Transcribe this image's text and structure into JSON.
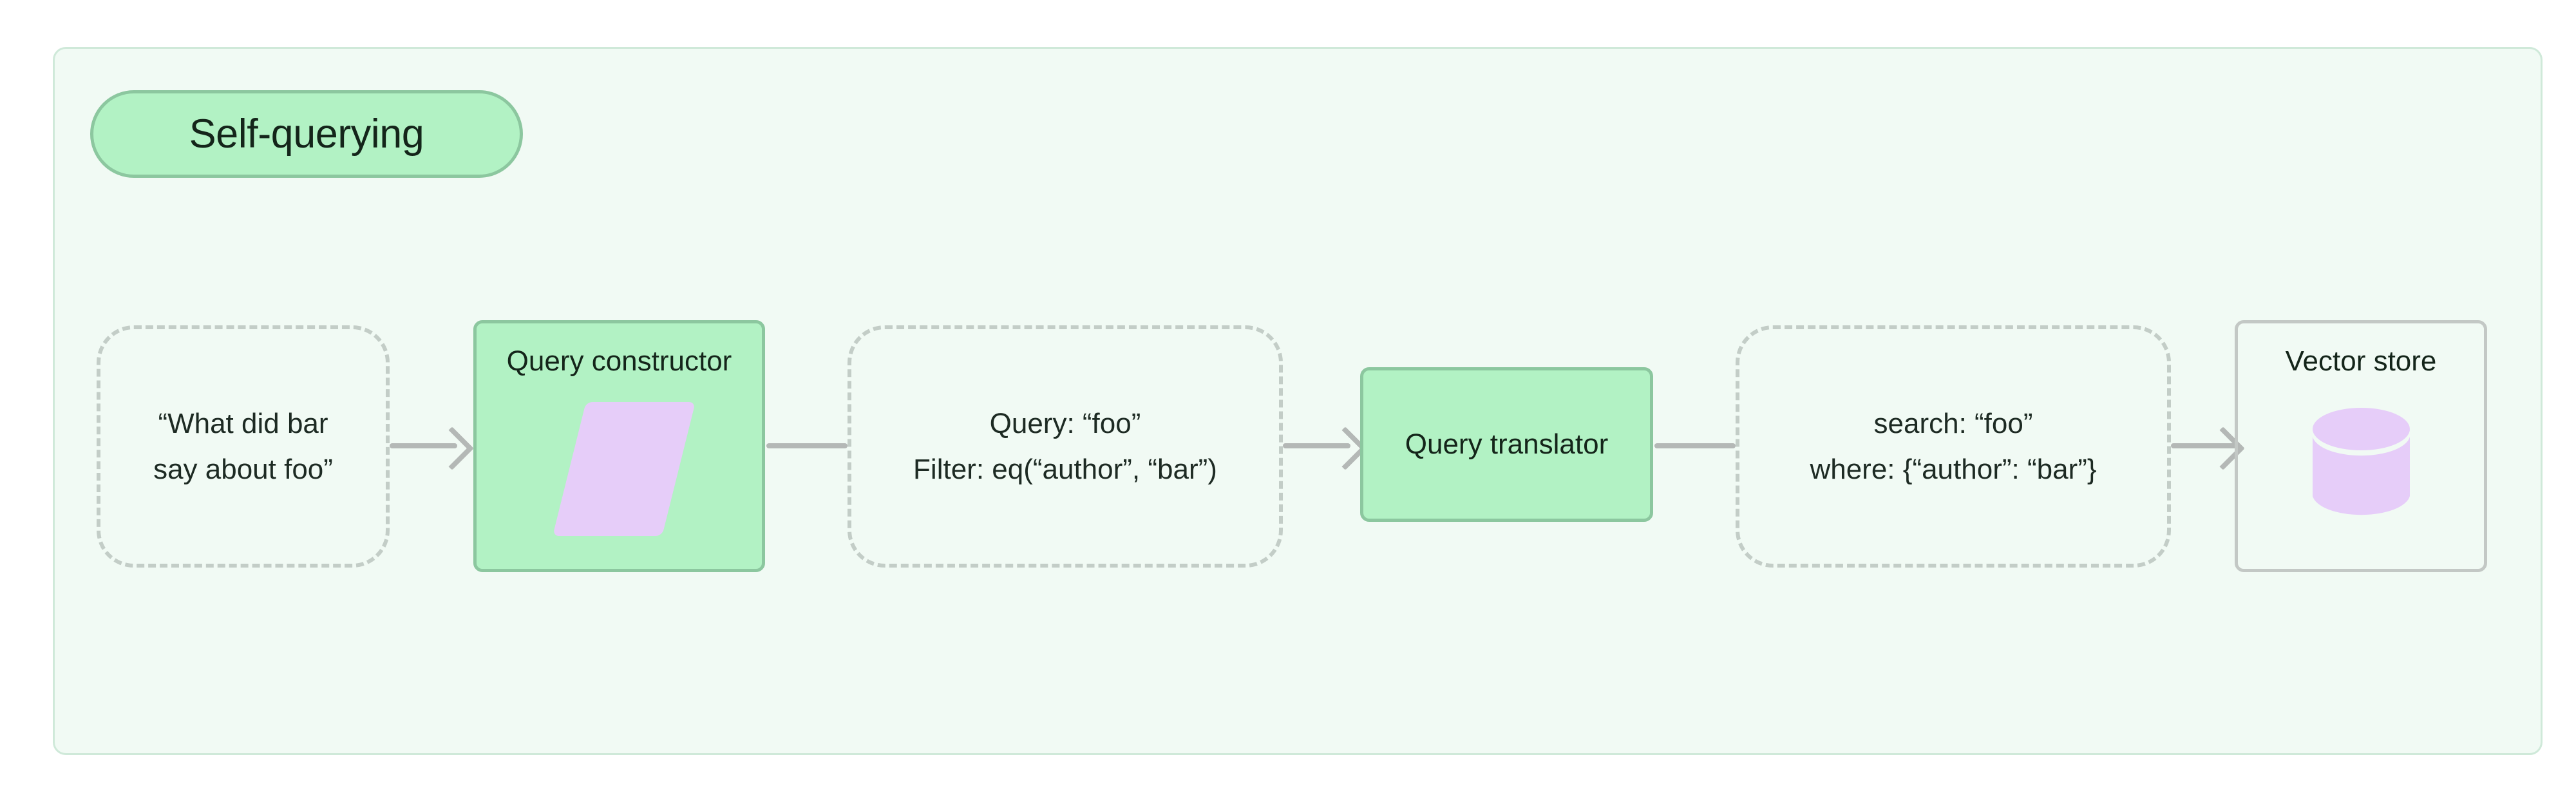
{
  "diagram": {
    "title": "Self-querying",
    "container_label": "self-querying-subgraph",
    "colors": {
      "container_fill": "#f1faf4",
      "container_border": "#cfe9d9",
      "green_fill": "#b2f2c4",
      "green_border": "#8cc79f",
      "dashed_border": "#c3cdc7",
      "plain_border": "#c3c8c5",
      "connector": "#b4b8b6",
      "icon_purple": "#e6cdf9",
      "text": "#14251a"
    },
    "nodes": [
      {
        "id": "user-question",
        "kind": "dashed-data",
        "lines": [
          "“What did bar",
          "say about foo”"
        ]
      },
      {
        "id": "query-constructor",
        "kind": "green-process",
        "label": "Query constructor",
        "icon": "llm-parallelogram-icon"
      },
      {
        "id": "structured-query",
        "kind": "dashed-data",
        "lines": [
          "Query: “foo”",
          "Filter: eq(“author”, “bar”)"
        ]
      },
      {
        "id": "query-translator",
        "kind": "green-process",
        "label": "Query translator",
        "icon": null
      },
      {
        "id": "native-query",
        "kind": "dashed-data",
        "lines": [
          "search: “foo”",
          "where: {“author”: “bar”}"
        ]
      },
      {
        "id": "vector-store",
        "kind": "plain-process",
        "label": "Vector store",
        "icon": "database-cylinder-icon"
      }
    ],
    "edges": [
      {
        "from": "user-question",
        "to": "query-constructor",
        "arrowhead": true
      },
      {
        "from": "query-constructor",
        "to": "structured-query",
        "arrowhead": false
      },
      {
        "from": "structured-query",
        "to": "query-translator",
        "arrowhead": true
      },
      {
        "from": "query-translator",
        "to": "native-query",
        "arrowhead": false
      },
      {
        "from": "native-query",
        "to": "vector-store",
        "arrowhead": true
      }
    ]
  }
}
